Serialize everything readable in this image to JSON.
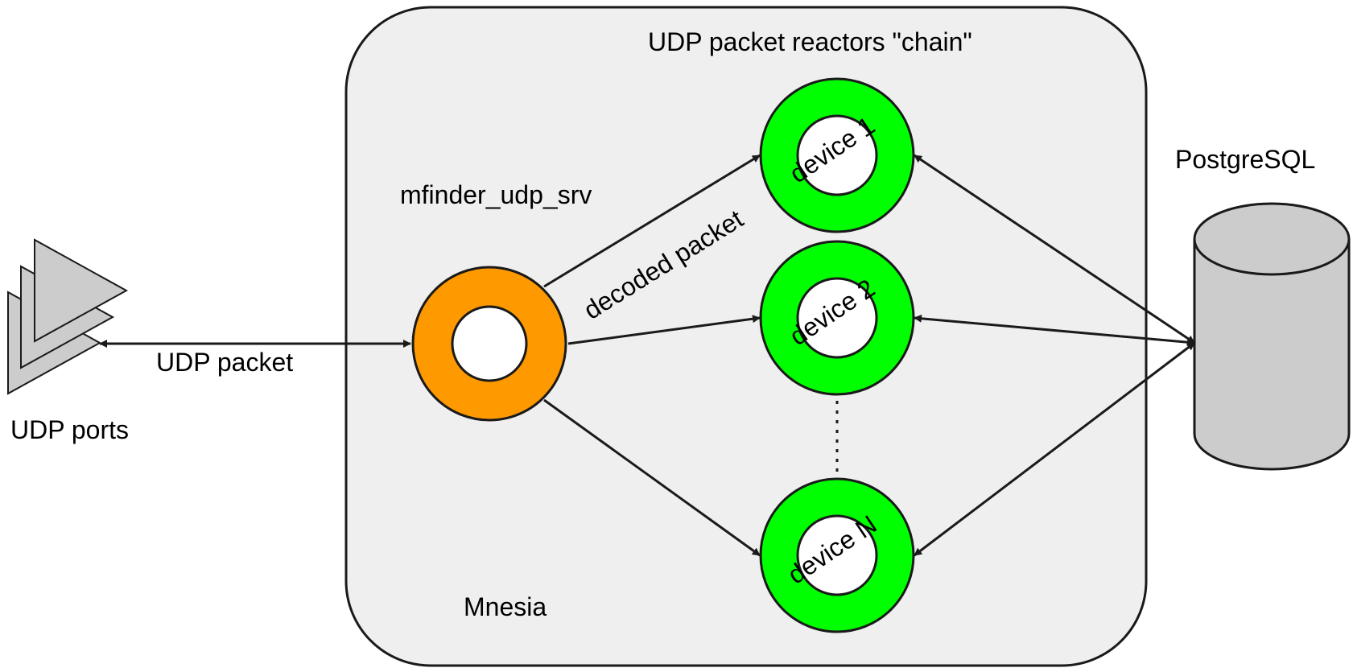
{
  "labels": {
    "chain_title": "UDP packet reactors \"chain\"",
    "server": "mfinder_udp_srv",
    "database": "PostgreSQL",
    "udp_packet": "UDP packet",
    "udp_ports": "UDP ports",
    "decoded_packet": "decoded packet",
    "mnesia": "Mnesia"
  },
  "devices": [
    {
      "label": "device 1"
    },
    {
      "label": "device 2"
    },
    {
      "label": "device N"
    }
  ],
  "colors": {
    "container_fill": "#efefef",
    "server_ring": "#ff9900",
    "device_ring": "#00ff00",
    "ports_fill": "#cccccc",
    "database_fill": "#cccccc",
    "stroke": "#1a1a1a"
  }
}
